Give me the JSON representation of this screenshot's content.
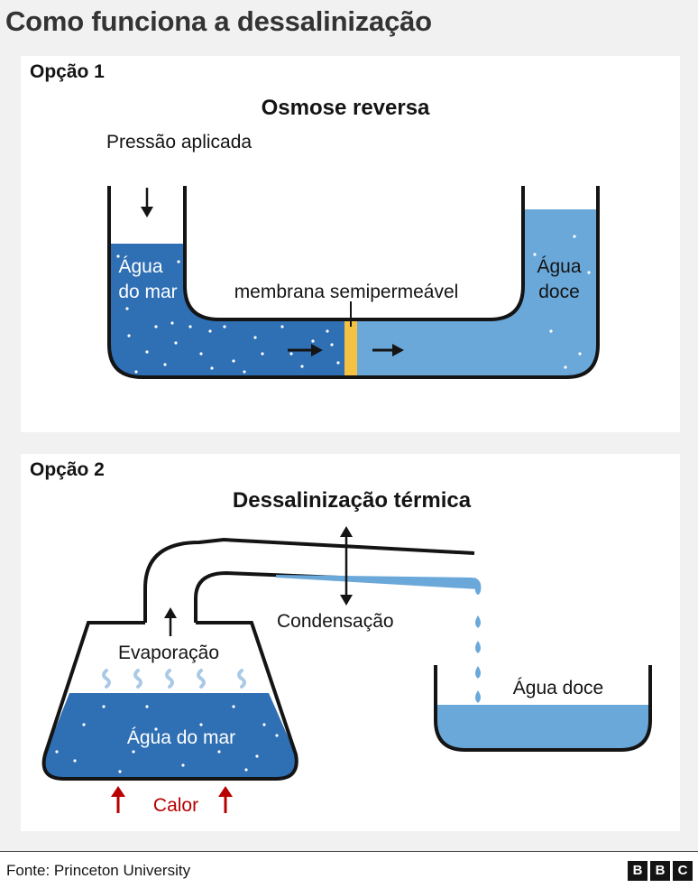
{
  "header": {
    "title": "Como funciona a dessalinização"
  },
  "option1": {
    "label": "Opção 1",
    "title": "Osmose reversa",
    "pressure_label": "Pressão aplicada",
    "saltwater_line1": "Água",
    "saltwater_line2": "do mar",
    "membrane_label": "membrana semipermeável",
    "freshwater_line1": "Água",
    "freshwater_line2": "doce"
  },
  "option2": {
    "label": "Opção 2",
    "title": "Dessalinização térmica",
    "condensation_label": "Condensação",
    "evaporation_label": "Evaporação",
    "seawater_label": "Água do mar",
    "freshwater_label": "Água doce",
    "heat_label": "Calor"
  },
  "footer": {
    "source": "Fonte: Princeton University",
    "logo_letters": [
      "B",
      "B",
      "C"
    ]
  },
  "colors": {
    "saltwater": "#2f6fb3",
    "freshwater": "#6aa8da",
    "membrane": "#f5c142",
    "heat": "#b80000",
    "outline": "#141414"
  }
}
